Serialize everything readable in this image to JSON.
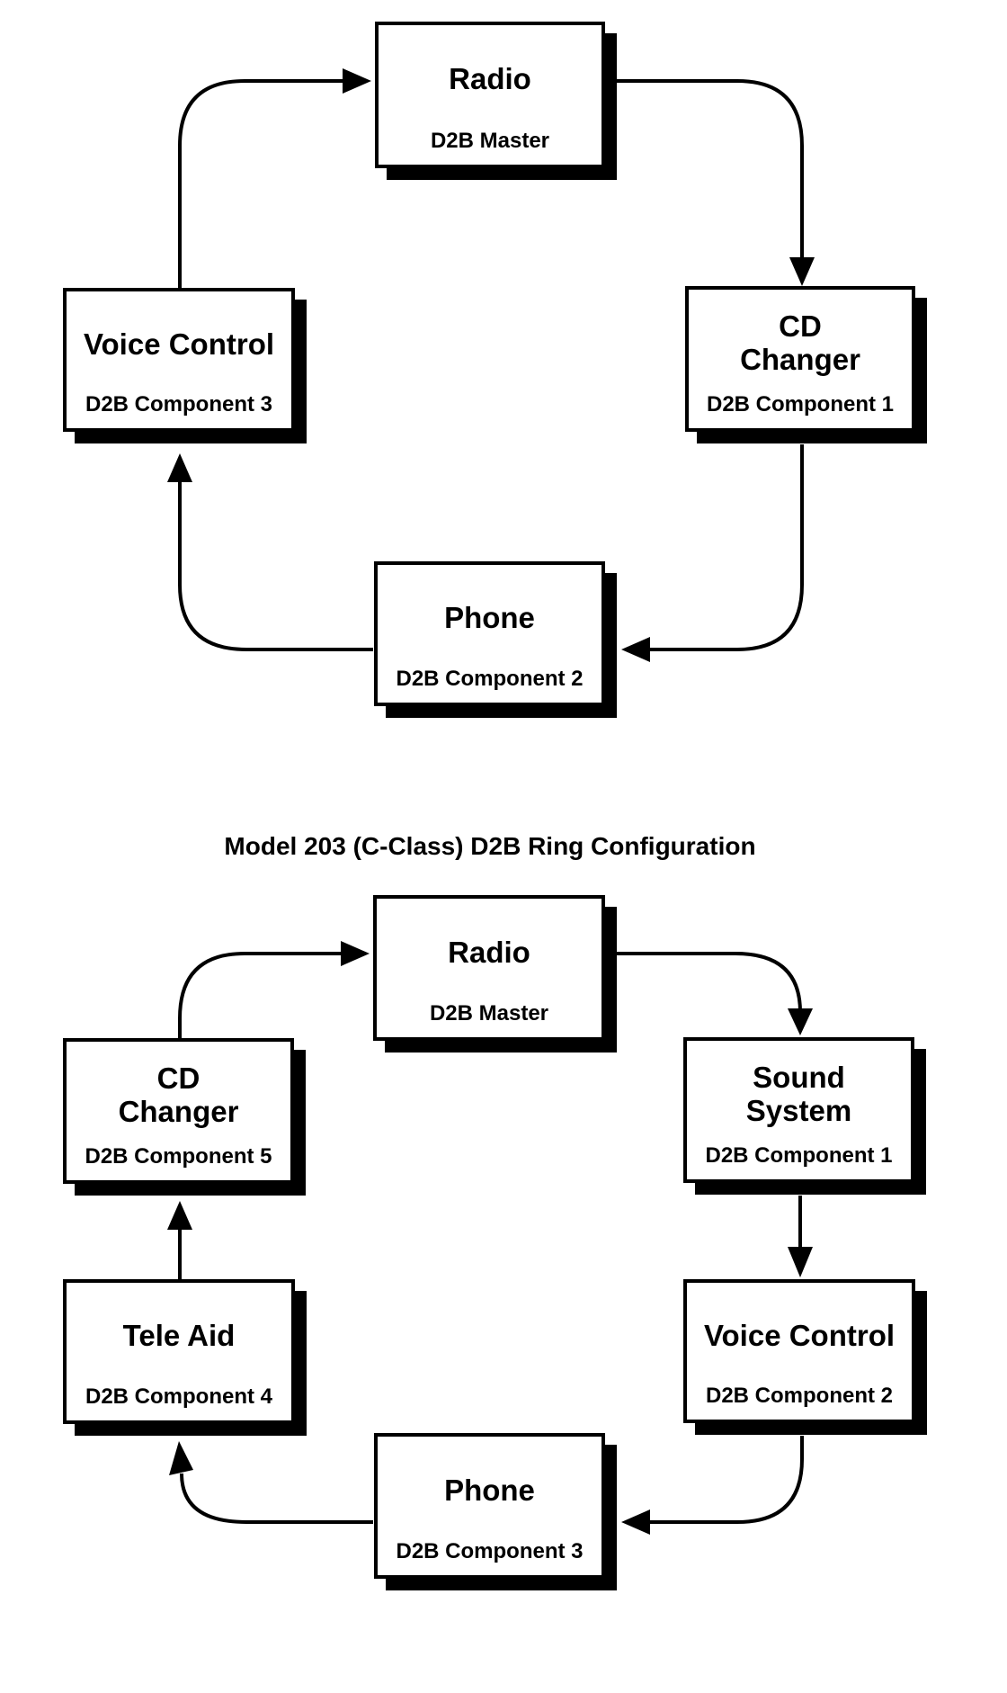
{
  "caption": {
    "text": "Model 203 (C-Class) D2B Ring Configuration"
  },
  "colors": {
    "background": "#ffffff",
    "box_fill": "#ffffff",
    "box_border": "#000000",
    "box_shadow": "#000000",
    "line": "#000000"
  },
  "diagram_top": {
    "nodes": [
      {
        "id": "radio",
        "title": "Radio",
        "subtitle": "D2B Master"
      },
      {
        "id": "cd-changer",
        "title": "CD\nChanger",
        "subtitle": "D2B Component 1"
      },
      {
        "id": "phone",
        "title": "Phone",
        "subtitle": "D2B Component 2"
      },
      {
        "id": "voice-control",
        "title": "Voice Control",
        "subtitle": "D2B Component 3"
      }
    ],
    "edges": [
      {
        "from": "Radio",
        "to": "CD Changer"
      },
      {
        "from": "CD Changer",
        "to": "Phone"
      },
      {
        "from": "Phone",
        "to": "Voice Control"
      },
      {
        "from": "Voice Control",
        "to": "Radio"
      }
    ]
  },
  "diagram_bottom": {
    "nodes": [
      {
        "id": "radio",
        "title": "Radio",
        "subtitle": "D2B Master"
      },
      {
        "id": "sound-system",
        "title": "Sound\nSystem",
        "subtitle": "D2B Component 1"
      },
      {
        "id": "voice-control",
        "title": "Voice Control",
        "subtitle": "D2B Component 2"
      },
      {
        "id": "phone",
        "title": "Phone",
        "subtitle": "D2B Component 3"
      },
      {
        "id": "tele-aid",
        "title": "Tele Aid",
        "subtitle": "D2B Component 4"
      },
      {
        "id": "cd-changer",
        "title": "CD\nChanger",
        "subtitle": "D2B Component 5"
      }
    ],
    "edges": [
      {
        "from": "Radio",
        "to": "Sound System"
      },
      {
        "from": "Sound System",
        "to": "Voice Control"
      },
      {
        "from": "Voice Control",
        "to": "Phone"
      },
      {
        "from": "Phone",
        "to": "Tele Aid"
      },
      {
        "from": "Tele Aid",
        "to": "CD Changer"
      },
      {
        "from": "CD Changer",
        "to": "Radio"
      }
    ]
  }
}
